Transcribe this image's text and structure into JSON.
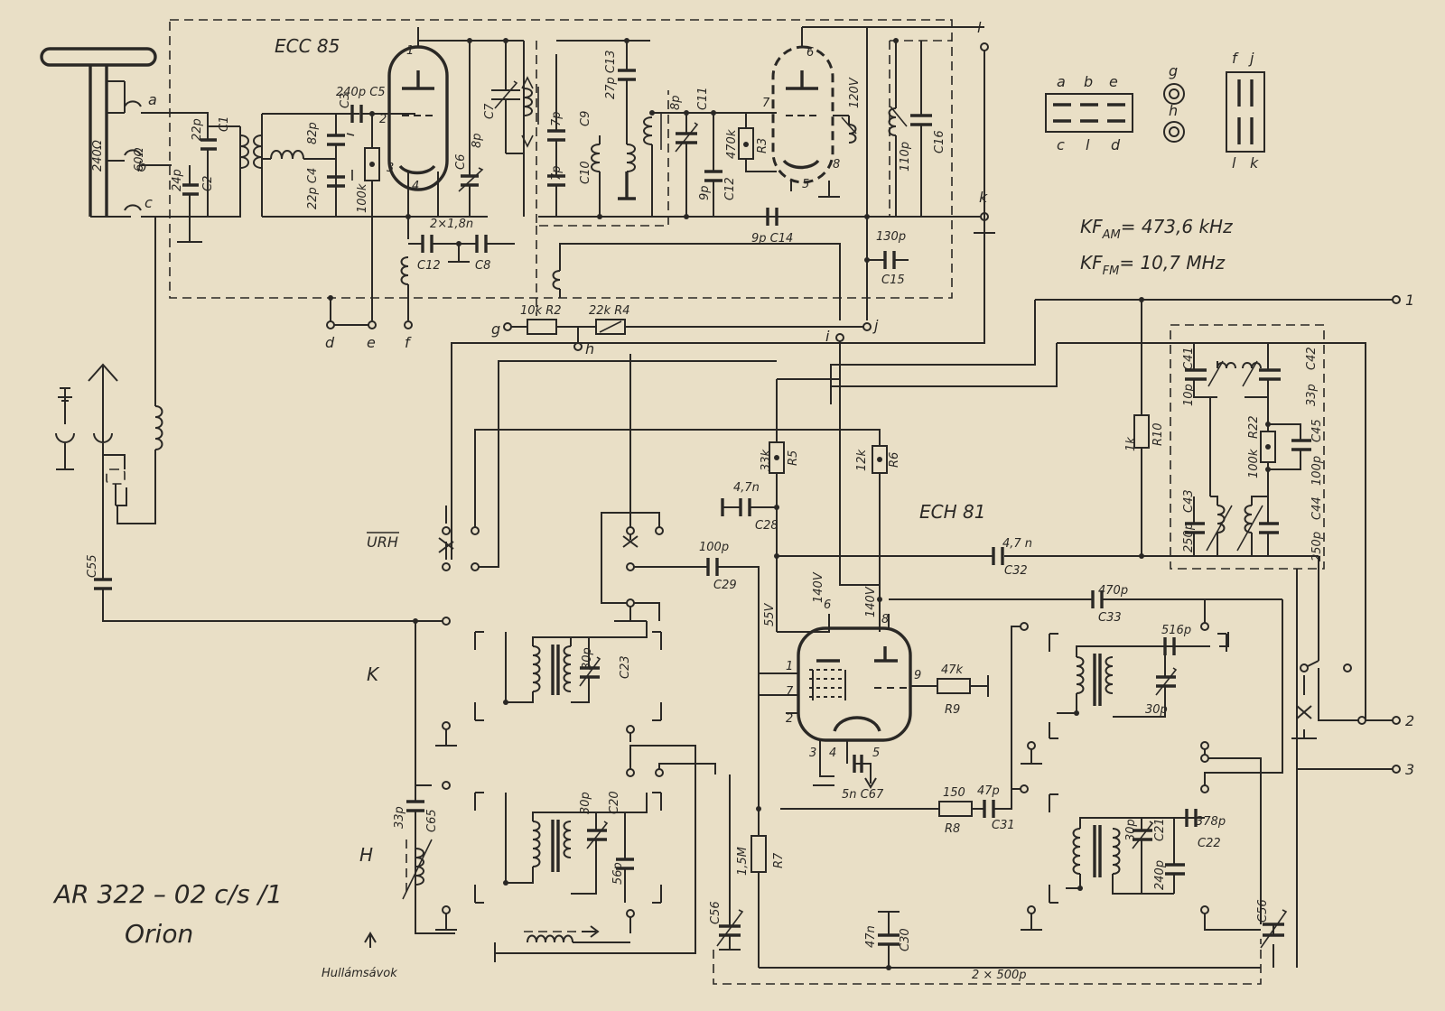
{
  "diagram": {
    "tubes": {
      "t1": "ECC 85",
      "t2": "ECH 81"
    },
    "model": {
      "line1": "AR 322 – 02 c/s /1",
      "line2": "Orion"
    },
    "freq": {
      "am": "KF",
      "am_sub": "AM",
      "am_val": "= 473,6 kHz",
      "fm": "KF",
      "fm_sub": "FM",
      "fm_val": "= 10,7 MHz"
    },
    "antenna": {
      "ohm240": "240Ω",
      "ohm60": "60Ω",
      "a": "a",
      "b": "b",
      "c": "c"
    },
    "comp": {
      "c1": "C1",
      "c1v": "22p",
      "c2": "C2",
      "c2v": "24p",
      "c3": "C3",
      "c3v": "82p",
      "c4": "22p C4",
      "c5": "240p C5",
      "r1": "100k",
      "c6": "C6",
      "c7": "C7",
      "c7v": "8p",
      "c8": "C8",
      "c12": "C12",
      "c12v": "2×1,8n",
      "c9": "C9",
      "c9v": "7p",
      "c10": "C10",
      "c10v": "7p",
      "c13": "27p C13",
      "c11": "C11",
      "c11v": "8p",
      "r3": "R3",
      "r3v": "470k",
      "c12b": "C12",
      "c12bv": "9p",
      "c14": "9p C14",
      "c15": "C15",
      "c15v": "130p",
      "c16": "C16",
      "c16v": "110p",
      "v120": "120V",
      "r2": "10k R2",
      "r4": "22k R4",
      "r5": "R5",
      "r5v": "33k",
      "r6": "R6",
      "r6v": "12k",
      "c28": "C28",
      "c28v": "4,7n",
      "c29": "C29",
      "c29v": "100p",
      "c32": "C32",
      "c32v": "4,7 n",
      "c33": "C33",
      "c33v": "470p",
      "v140a": "140V",
      "v140b": "140V",
      "v55": "55V",
      "r9": "R9",
      "r9v": "47k",
      "r8": "R8",
      "r8v": "150",
      "c31": "C31",
      "c31v": "47p",
      "c67": "5n C67",
      "r7": "R7",
      "r7v": "1,5M",
      "c30": "C30",
      "c30v": "47n",
      "c56a": "C56",
      "c56b": "C56",
      "c2x500": "2 × 500p",
      "c23": "C23",
      "c23v": "30p",
      "c20": "C20",
      "c20v": "30p",
      "c56p": "56p",
      "c65": "C65",
      "c65v": "33p",
      "c55": "C55",
      "c516": "516p",
      "c30p": "30p",
      "c30p2": "30p",
      "c21": "C21",
      "c240": "240p",
      "c22": "C22",
      "c378": "378p",
      "r10": "R10",
      "r10v": "1k",
      "c41": "C41",
      "c41v": "10p",
      "c42": "C42",
      "c42v": "33p",
      "r22": "R22",
      "r22v": "100k",
      "c45": "C45",
      "c45v": "100p",
      "c43": "C43",
      "c43v": "250p",
      "c44": "C44",
      "c44v": "250p"
    },
    "terminals": {
      "d": "d",
      "e": "e",
      "f": "f",
      "g": "g",
      "h": "h",
      "i": "i",
      "j": "j",
      "k": "k",
      "l": "l",
      "o1": "1",
      "o2": "2",
      "o3": "3"
    },
    "pins": {
      "p1": "1",
      "p2": "2",
      "p3": "3",
      "p4": "4",
      "p6": "6",
      "p7": "7",
      "p8": "8",
      "p5": "5",
      "q1": "1",
      "q7": "7",
      "q2": "2",
      "q3": "3",
      "q4": "4",
      "q5": "5",
      "q6": "6",
      "q8": "8",
      "q9": "9"
    },
    "bands": {
      "k": "K",
      "h": "H",
      "urh": "URH",
      "hullam": "Hullámsávok"
    },
    "socket": {
      "a": "a",
      "b": "b",
      "e": "e",
      "c": "c",
      "l": "l",
      "d": "d",
      "g": "g",
      "h": "h",
      "f": "f",
      "j": "j",
      "l2": "l",
      "k": "k"
    }
  }
}
